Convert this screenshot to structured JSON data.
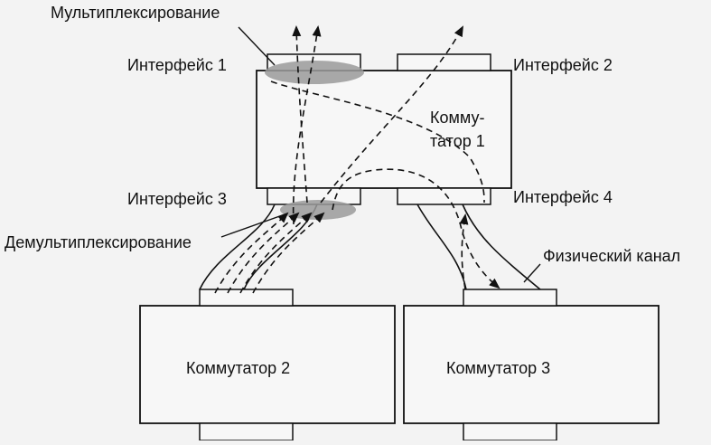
{
  "labels": {
    "multiplexing": "Мультиплексирование",
    "demultiplexing": "Демультиплексирование",
    "interface1": "Интерфейс 1",
    "interface2": "Интерфейс 2",
    "interface3": "Интерфейс 3",
    "interface4": "Интерфейс 4",
    "switch1_line1": "Комму-",
    "switch1_line2": "татор 1",
    "switch2": "Коммутатор 2",
    "switch3": "Коммутатор 3",
    "physical_channel": "Физический канал"
  },
  "colors": {
    "background": "#f3f3f3",
    "ellipse": "#9a9a9a",
    "stroke": "#111111"
  }
}
